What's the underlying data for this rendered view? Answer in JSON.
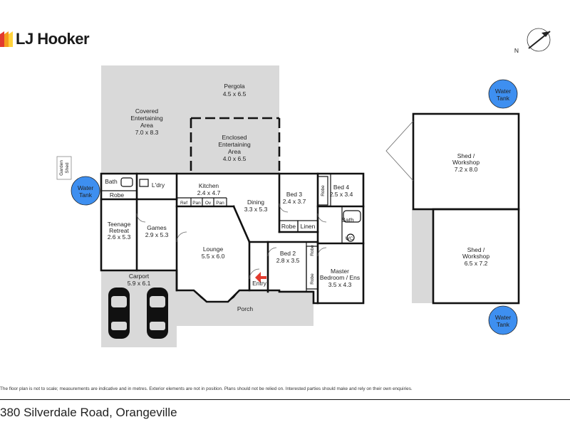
{
  "brand": {
    "name": "LJ Hooker"
  },
  "compass": {
    "label": "N"
  },
  "rooms": {
    "pergola": {
      "name": "Pergola",
      "size": "4.5 x 6.5"
    },
    "covered": {
      "name1": "Covered",
      "name2": "Entertaining",
      "name3": "Area",
      "size": "7.0 x 8.3"
    },
    "enclosed": {
      "name1": "Enclosed",
      "name2": "Entertaining",
      "name3": "Area",
      "size": "4.0 x 6.5"
    },
    "bath": {
      "name": "Bath"
    },
    "robe_left": {
      "name": "Robe"
    },
    "laundry": {
      "name": "L'dry"
    },
    "kitchen": {
      "name": "Kitchen",
      "size": "2.4 x 4.7"
    },
    "ref": {
      "name": "Ref"
    },
    "pan1": {
      "name": "Pan"
    },
    "ov": {
      "name": "Ov"
    },
    "pan2": {
      "name": "Pan"
    },
    "dining": {
      "name": "Dining",
      "size": "3.3 x 5.3"
    },
    "bed3": {
      "name": "Bed 3",
      "size": "2.4 x 3.7"
    },
    "bed4": {
      "name": "Bed 4",
      "size": "2.5 x 3.4"
    },
    "robe_bed4": {
      "name": "Robe"
    },
    "robe_bed3": {
      "name": "Robe"
    },
    "linen": {
      "name": "Linen"
    },
    "bath2": {
      "name": "Bath"
    },
    "wc": {
      "name": "WC"
    },
    "teenage": {
      "name1": "Teenage",
      "name2": "Retreat",
      "size": "2.6 x 5.3"
    },
    "games": {
      "name": "Games",
      "size": "2.9 x 5.3"
    },
    "lounge": {
      "name": "Lounge",
      "size": "5.5 x 6.0"
    },
    "bed2": {
      "name": "Bed 2",
      "size": "2.8 x 3.5"
    },
    "robe_bed2": {
      "name": "Robe"
    },
    "master": {
      "name1": "Master",
      "name2": "Bedroom / Ens",
      "size": "3.5 x 4.3"
    },
    "robe_master": {
      "name": "Robe"
    },
    "entry": {
      "name": "Entry"
    },
    "carport": {
      "name": "Carport",
      "size": "5.9 x 6.1"
    },
    "porch": {
      "name": "Porch"
    },
    "garden_shed": {
      "name1": "Garden",
      "name2": "Shed"
    },
    "shed1": {
      "name1": "Shed /",
      "name2": "Workshop",
      "size": "7.2 x 8.0"
    },
    "shed2": {
      "name1": "Shed /",
      "name2": "Workshop",
      "size": "6.5 x 7.2"
    }
  },
  "water_tanks": [
    {
      "line1": "Water",
      "line2": "Tank"
    },
    {
      "line1": "Water",
      "line2": "Tank"
    },
    {
      "line1": "Water",
      "line2": "Tank"
    }
  ],
  "colors": {
    "shaded": "#d9d9d9",
    "tank": "#3e8ff0",
    "brand_red": "#e23a2e",
    "brand_orange": "#f59b1c",
    "brand_yellow": "#ffd23b"
  },
  "disclaimer": "The floor plan is not to scale; measurements are indicative and in metres. Exterior elements are not in position. Plans should not be relied on. Interested parties should make and rely on their own enquiries.",
  "address": "380 Silverdale Road, Orangeville"
}
